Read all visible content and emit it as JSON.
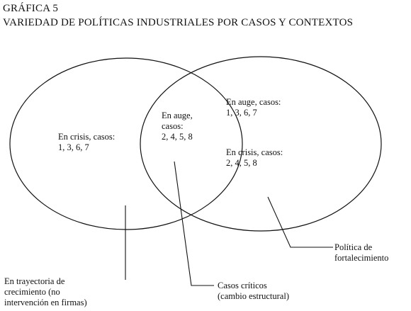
{
  "figure": {
    "title_line1": "GRÁFICA 5",
    "title_line2": "VARIEDAD DE POLÍTICAS INDUSTRIALES POR CASOS Y CONTEXTOS"
  },
  "left_circle": {
    "line1": "En crisis, casos:",
    "line2": "1, 3, 6, 7"
  },
  "intersection": {
    "line1": "En auge,",
    "line2": "casos:",
    "line3": "2, 4, 5, 8"
  },
  "right_circle": {
    "auge_line1": "En auge, casos:",
    "auge_line2": "1, 3, 6, 7",
    "crisis_line1": "En crisis, casos:",
    "crisis_line2": "2, 4, 5, 8"
  },
  "callouts": {
    "left_line1": "En trayectoria de",
    "left_line2": "crecimiento (no",
    "left_line3": "intervención en firmas)",
    "center_line1": "Casos críticos",
    "center_line2": "(cambio estructural)",
    "right_line1": "Política de",
    "right_line2": "fortalecimiento"
  },
  "colors": {
    "stroke": "#111111",
    "background": "#ffffff"
  }
}
